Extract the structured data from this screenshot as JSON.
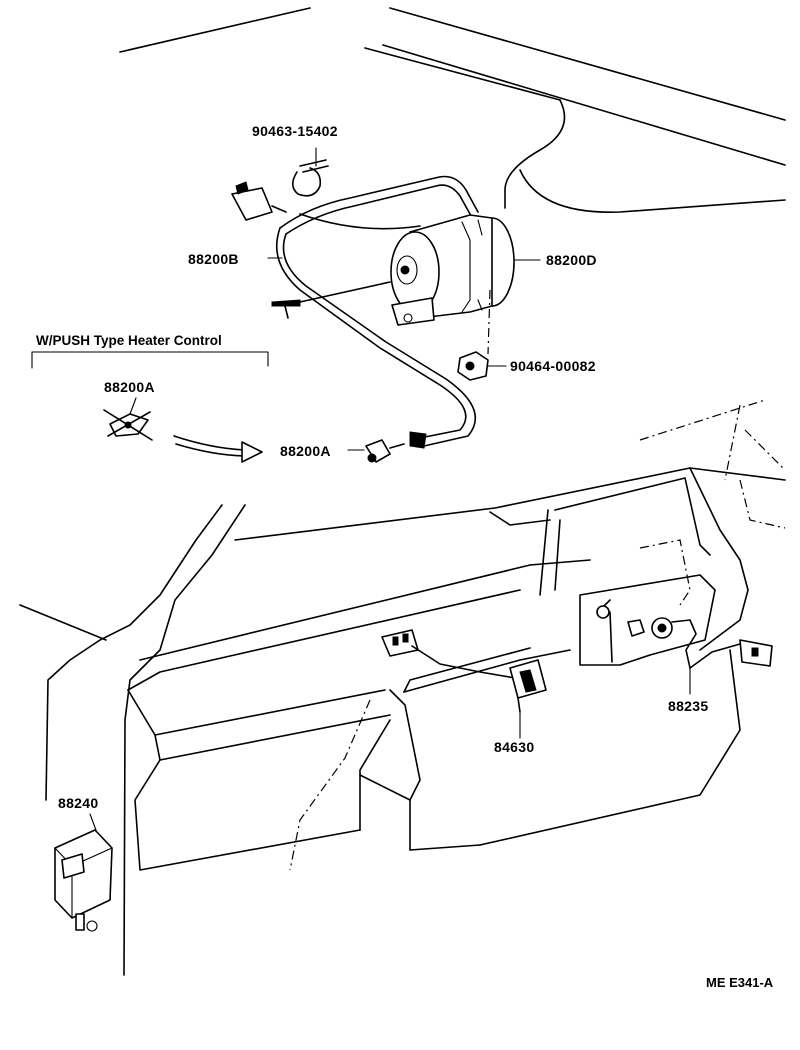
{
  "diagram": {
    "note": "W/PUSH Type Heater Control",
    "code": "ME E341-A",
    "parts": {
      "clamp": "90463-15402",
      "cable_b": "88200B",
      "motor": "88200D",
      "clip": "90464-00082",
      "sub_a_top": "88200A",
      "sub_a_mid": "88200A",
      "switch_84630": "84630",
      "harness_88235": "88235",
      "relay_88240": "88240"
    }
  }
}
